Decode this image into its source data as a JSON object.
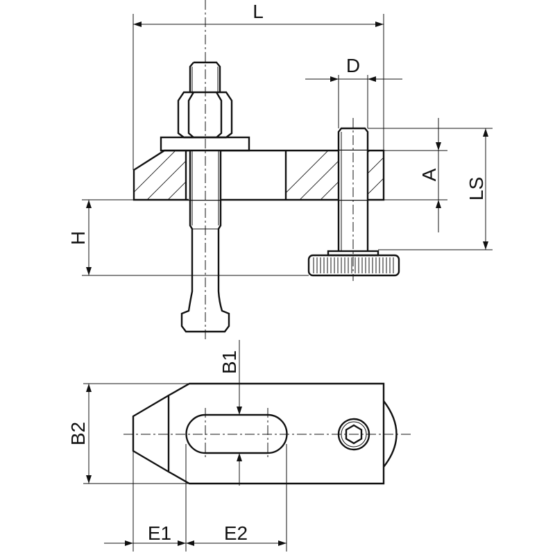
{
  "drawing": {
    "dimensions": {
      "L": "L",
      "D": "D",
      "A": "A",
      "LS": "LS",
      "H": "H",
      "B1": "B1",
      "B2": "B2",
      "E1": "E1",
      "E2": "E2"
    },
    "line_color": "#111111"
  }
}
